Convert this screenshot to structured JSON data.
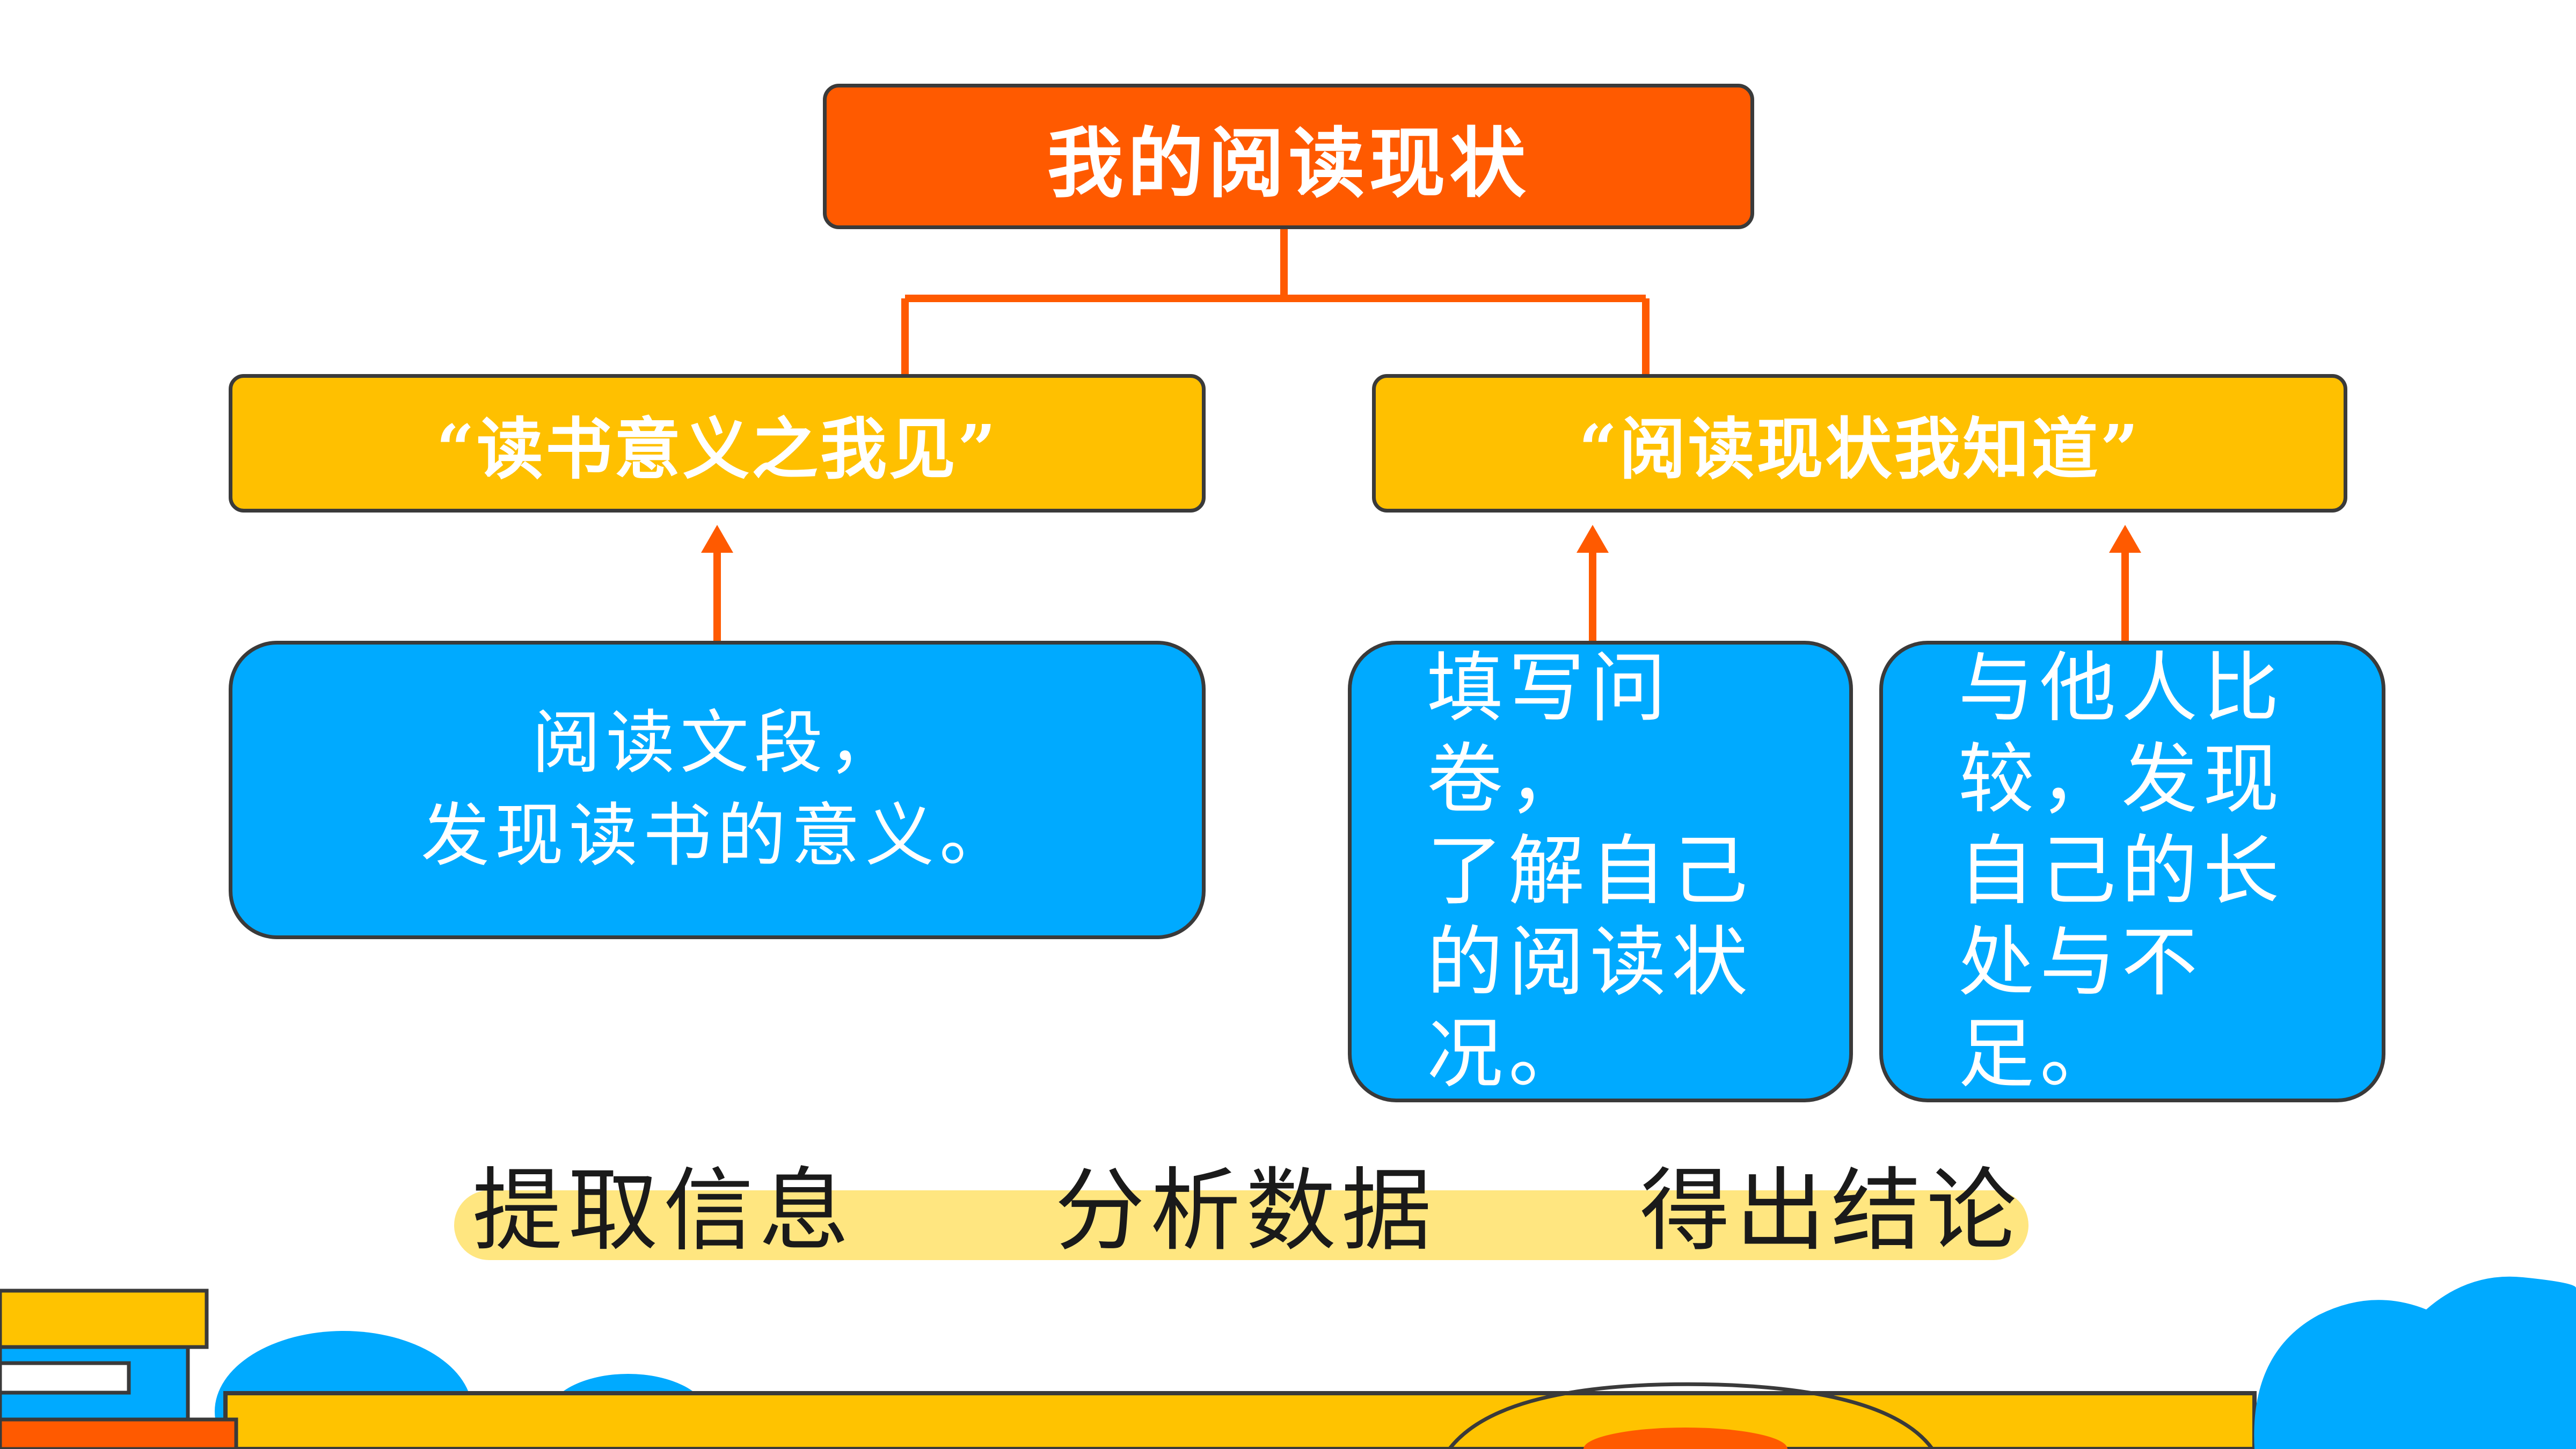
{
  "diagram": {
    "root": "我的阅读现状",
    "branches": [
      {
        "label": "“读书意义之我见”",
        "children": [
          "阅读文段，\n发现读书的意义。"
        ]
      },
      {
        "label": "“阅读现状我知道”",
        "children": [
          "填写问卷，\n了解自己\n的阅读状\n况。",
          "与他人比\n较，发现\n自己的长\n处与不足。"
        ]
      }
    ],
    "steps": [
      "提取信息",
      "分析数据",
      "得出结论"
    ]
  },
  "colors": {
    "root": "#ff5a00",
    "branch": "#ffc000",
    "leaf": "#00aaff",
    "connector": "#ff5a00",
    "highlight_band": "#ffe680",
    "footer_yellow": "#ffc300",
    "footer_blue": "#00aaff",
    "footer_orange": "#ff5a00"
  }
}
